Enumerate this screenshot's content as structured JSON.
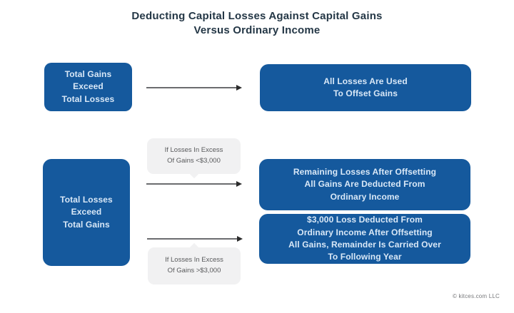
{
  "title": "Deducting Capital Losses Against Capital Gains\nVersus Ordinary Income",
  "scenario_gains": {
    "condition": "Total Gains\nExceed\nTotal Losses",
    "outcome": "All Losses Are Used\nTo Offset Gains"
  },
  "scenario_losses": {
    "condition": "Total Losses\nExceed\nTotal Gains",
    "branch_small": {
      "label": "If Losses In Excess\nOf Gains <$3,000",
      "outcome": "Remaining Losses After Offsetting\nAll Gains Are Deducted From\nOrdinary Income"
    },
    "branch_large": {
      "label": "If Losses In Excess\nOf Gains >$3,000",
      "outcome": "$3,000 Loss Deducted From\nOrdinary Income After Offsetting\nAll Gains, Remainder Is Carried Over\nTo Following Year"
    }
  },
  "footer": {
    "credit": "© kitces.com LLC"
  },
  "colors": {
    "box_blue": "#15599d",
    "box_text": "#d9e8f7",
    "title_text": "#243746",
    "callout_bg": "#f1f1f2",
    "callout_text": "#58595b",
    "arrow_line": "#6b6c6f",
    "arrow_head": "#2b2b2b",
    "footer_text": "#77787b"
  }
}
